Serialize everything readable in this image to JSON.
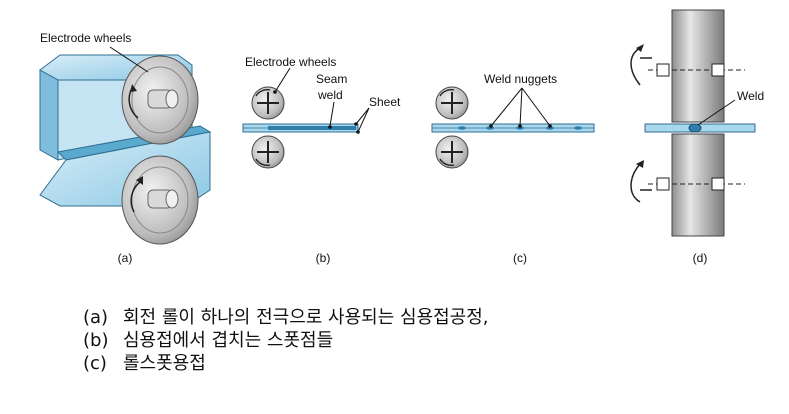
{
  "panel_a": {
    "label": "Electrode wheels",
    "tag": "(a)"
  },
  "panel_b": {
    "label_wheels": "Electrode wheels",
    "label_seam_1": "Seam",
    "label_seam_2": "weld",
    "label_sheet": "Sheet",
    "tag": "(b)"
  },
  "panel_c": {
    "label": "Weld nuggets",
    "tag": "(c)"
  },
  "panel_d": {
    "label": "Weld",
    "tag": "(d)"
  },
  "captions": [
    {
      "marker": "(a)",
      "text": "회전 롤이 하나의 전극으로 사용되는 심용접공정,"
    },
    {
      "marker": "(b)",
      "text": "심용접에서 겹치는 스폿점들"
    },
    {
      "marker": "(c)",
      "text": "롤스폿용접"
    }
  ],
  "colors": {
    "sheet": "#a9d8ee",
    "sheet_dark": "#5aa9cf",
    "wheel": "#c9c9c9",
    "wheel_dark": "#7d7d7d"
  }
}
